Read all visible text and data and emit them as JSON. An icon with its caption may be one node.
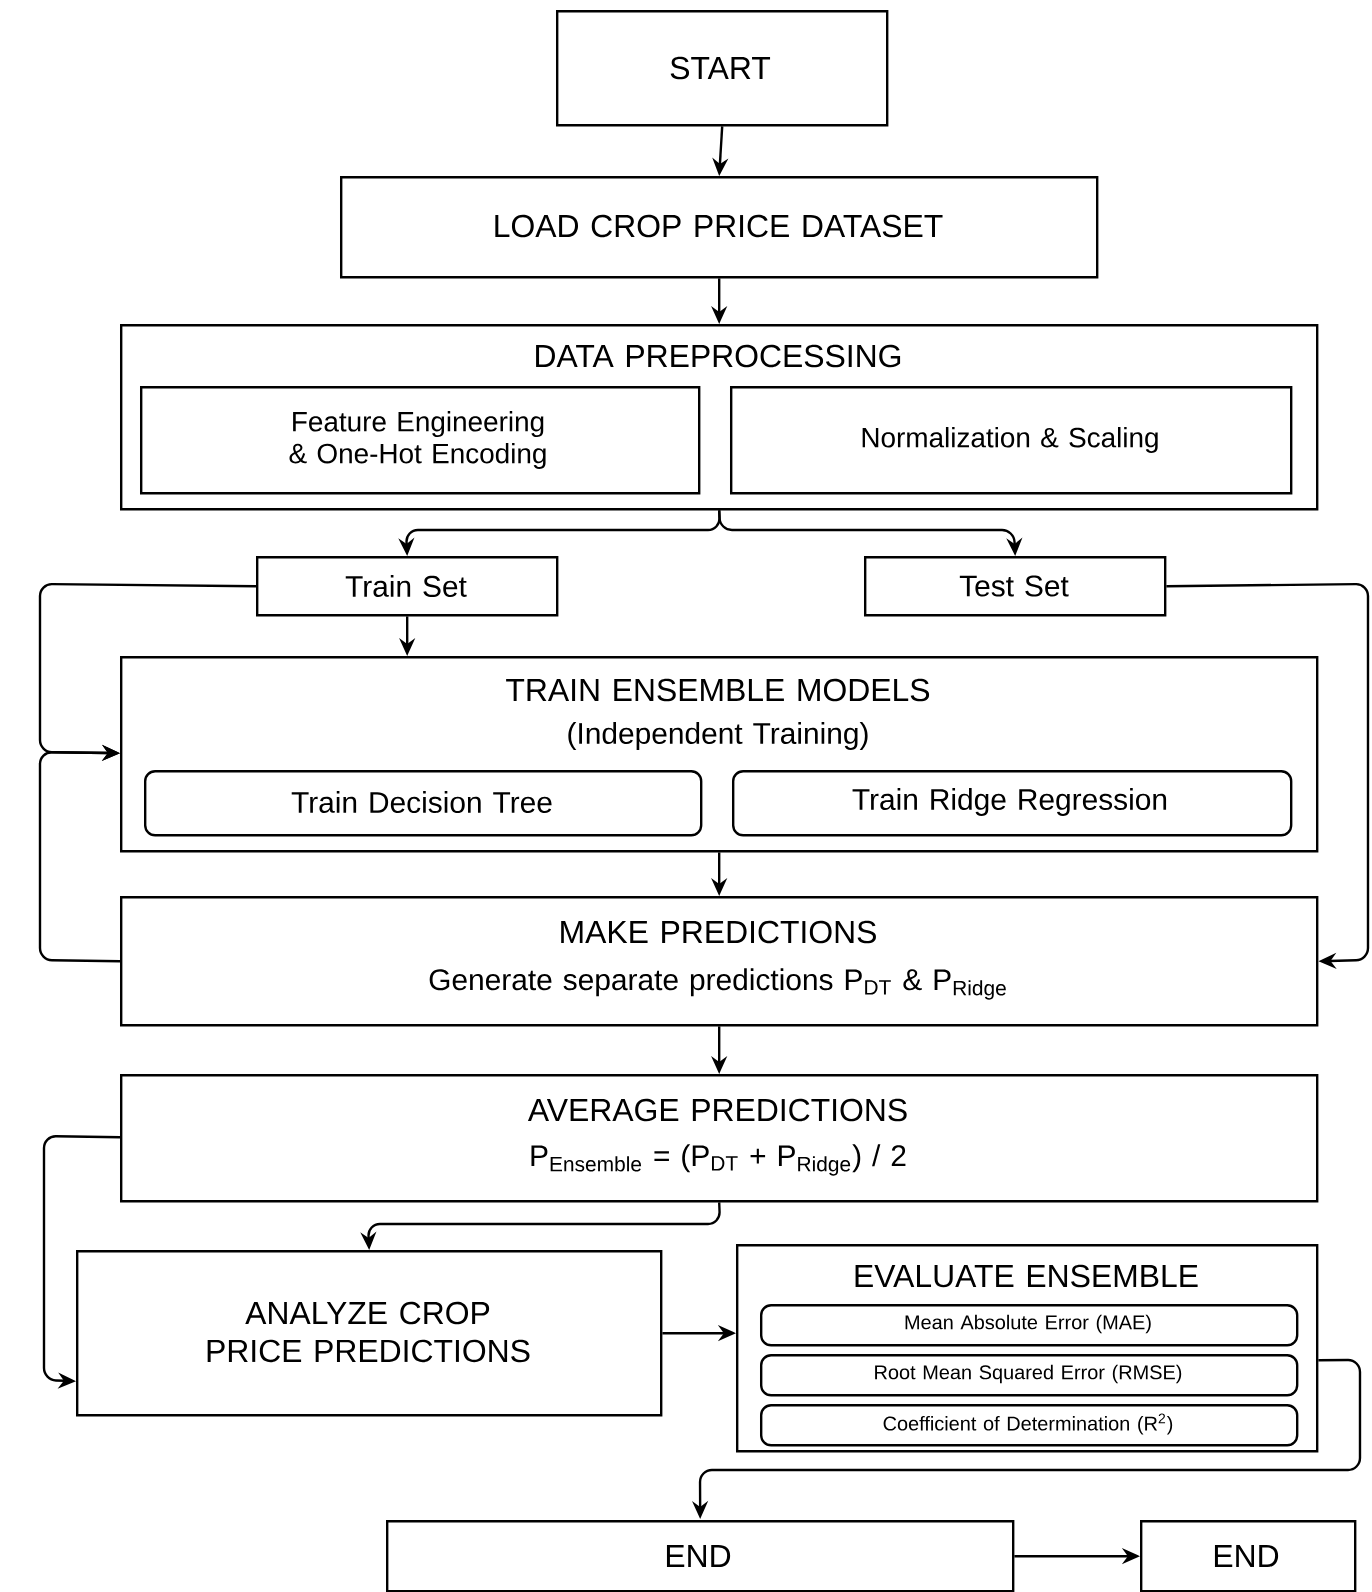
{
  "diagram": {
    "nodes": [
      {
        "text": [
          "START"
        ]
      },
      {
        "text": [
          "LOAD CROP PRICE DATASET"
        ]
      },
      {
        "text": [
          "DATA PREPROCESSING"
        ]
      },
      {
        "text": [
          "Feature Engineering & One-Hot Encoding"
        ],
        "in": 2
      },
      {
        "text": [
          "Normalization & Scaling"
        ],
        "in": 2
      },
      {
        "text": [
          "Train Set"
        ]
      },
      {
        "text": [
          "Test Set"
        ]
      },
      {
        "text": [
          "TRAIN ENSEMBLE MODELS",
          "(Independent Training)"
        ]
      },
      {
        "text": [
          "Train Decision Tree"
        ],
        "in": 7
      },
      {
        "text": [
          "Train Ridge Regression"
        ],
        "in": 7
      },
      {
        "text": [
          "MAKE PREDICTIONS",
          "Generate separate predictions P$_{DT}$ & P$_{Ridge}$"
        ]
      },
      {
        "text": [
          "AVERAGE PREDICTIONS",
          "P$_{Ensemble}$ = (P$_{DT}$ + P$_{Ridge}$) / 2"
        ]
      },
      {
        "text": [
          "ANALYZE CROP PRICE PREDICTIONS"
        ]
      },
      {
        "text": [
          "EVALUATE ENSEMBLE"
        ]
      },
      {
        "text": [
          "Mean Absolute Error (MAE)"
        ],
        "in": 13
      },
      {
        "text": [
          "Root Mean Squared Error (RMSE)"
        ],
        "in": 13
      },
      {
        "text": [
          "Coefficient of Determination (R$^{2}$)"
        ],
        "in": 13
      },
      {
        "text": [
          "END"
        ]
      },
      {
        "text": [
          "END"
        ]
      }
    ],
    "edges": [
      {
        "from": 0,
        "to": 1,
        "arrow": "to"
      },
      {
        "from": 1,
        "to": 2,
        "arrow": "to"
      },
      {
        "from": 2,
        "to": 5,
        "arrow": "to"
      },
      {
        "from": 2,
        "to": 6,
        "arrow": "to"
      },
      {
        "from": 5,
        "to": 7,
        "arrow": "to"
      },
      {
        "from": 5,
        "to": 7,
        "arrow": "to"
      },
      {
        "from": 10,
        "to": 7,
        "arrow": "to"
      },
      {
        "from": 7,
        "to": 10,
        "arrow": "to"
      },
      {
        "from": 6,
        "to": 10,
        "arrow": "to"
      },
      {
        "from": 10,
        "to": 11,
        "arrow": "to"
      },
      {
        "from": 11,
        "to": 12,
        "arrow": "to"
      },
      {
        "from": 11,
        "to": 12,
        "arrow": "to"
      },
      {
        "from": 12,
        "to": 13,
        "arrow": "to"
      },
      {
        "from": 13,
        "to": 17,
        "arrow": "to"
      },
      {
        "from": 17,
        "to": 18,
        "arrow": "to"
      }
    ]
  }
}
